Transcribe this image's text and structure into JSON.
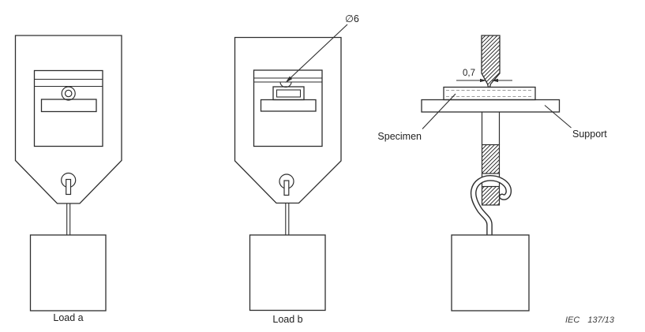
{
  "figure": {
    "type": "technical-diagram",
    "description": "Test apparatus figure: load plate a, load plate b with 6 mm hole, and section of bar pressing specimen on support with hook and weight",
    "labels": {
      "load_a": "Load a",
      "load_b": "Load b",
      "hole_diameter": "∅6",
      "tip_width": "0,7",
      "specimen": "Specimen",
      "support": "Support"
    },
    "caption": {
      "org": "IEC",
      "ref": "137/13"
    },
    "colors": {
      "line": "#2e2e2e",
      "hatch": "#1a1a1a",
      "specimen_dash": "#9a9a9a",
      "background": "#ffffff"
    }
  }
}
